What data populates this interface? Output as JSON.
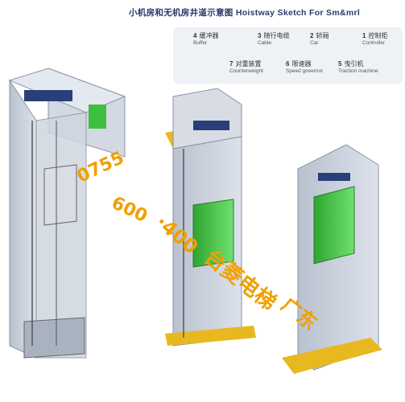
{
  "title": "小机房和无机房井道示意图  Hoistway Sketch For Sm&mrl",
  "legend": [
    {
      "num": "1",
      "cn": "控制柜",
      "en": "Controller"
    },
    {
      "num": "2",
      "cn": "轿厢",
      "en": "Car"
    },
    {
      "num": "3",
      "cn": "随行电缆",
      "en": "Cable"
    },
    {
      "num": "4",
      "cn": "缓冲器",
      "en": "Buffer"
    },
    {
      "num": "5",
      "cn": "曳引机",
      "en": "Traction machine"
    },
    {
      "num": "6",
      "cn": "限速器",
      "en": "Speed governor"
    },
    {
      "num": "7",
      "cn": "对重装置",
      "en": "Counterweight"
    }
  ],
  "watermarks": [
    {
      "text": "0755"
    },
    {
      "text": "600"
    },
    {
      "text": "·400"
    },
    {
      "text": "台菱电梯"
    },
    {
      "text": "广东"
    }
  ],
  "colors": {
    "shaft": "#c9d0dc",
    "car": "#3fbf3f",
    "machine": "#2a3f7a",
    "pit_plate": "#e8b820"
  }
}
